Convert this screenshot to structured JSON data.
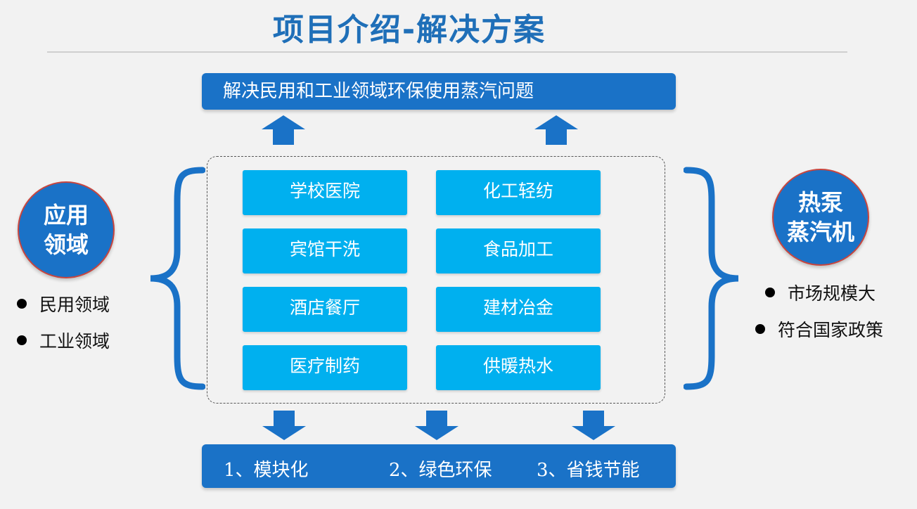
{
  "title": "项目介绍-解决方案",
  "top_banner": "解决民用和工业领域环保使用蒸汽问题",
  "bottom_banner": [
    "1、模块化",
    "2、绿色环保",
    "3、省钱节能"
  ],
  "left_circle": [
    "应用",
    "领域"
  ],
  "left_bullets": [
    "民用领域",
    "工业领域"
  ],
  "right_circle": [
    "热泵",
    "蒸汽机"
  ],
  "right_bullets": [
    "市场规模大",
    "符合国家政策"
  ],
  "tiles_left": [
    "学校医院",
    "宾馆干洗",
    "酒店餐厅",
    "医疗制药"
  ],
  "tiles_right": [
    "化工轻纺",
    "食品加工",
    "建材冶金",
    "供暖热水"
  ],
  "colors": {
    "banner": "#1a72c7",
    "tile": "#00b0ef",
    "title": "#1f6fb8",
    "circle_border": "#c8453e"
  }
}
